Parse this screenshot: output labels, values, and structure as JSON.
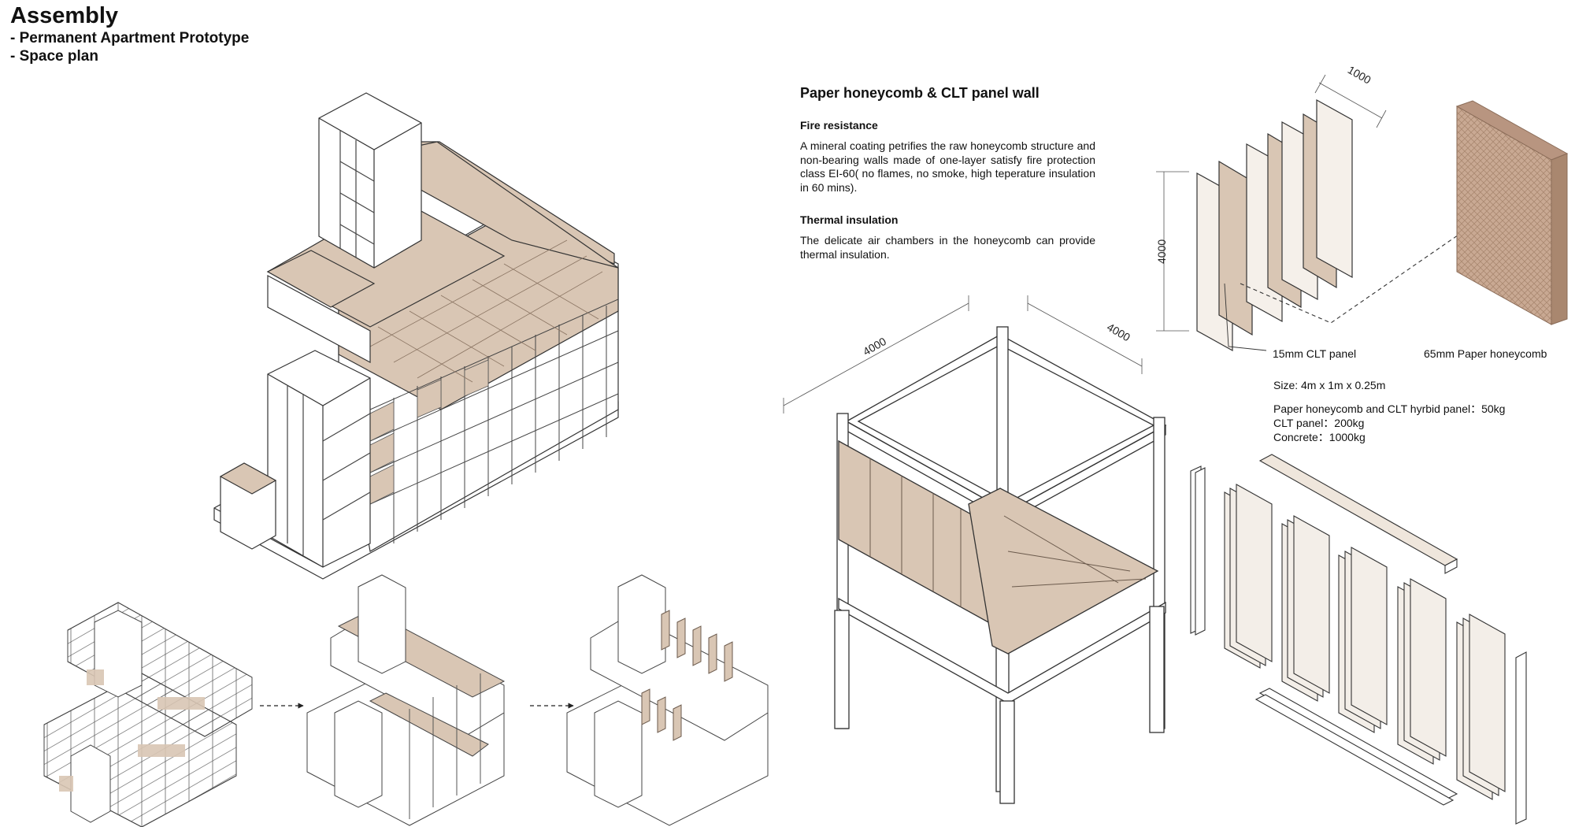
{
  "header": {
    "title": "Assembly",
    "lines": [
      "- Permanent Apartment Prototype",
      "- Space plan"
    ]
  },
  "panel_info": {
    "title": "Paper honeycomb & CLT panel wall",
    "sections": [
      {
        "heading": "Fire resistance",
        "body": "A mineral coating petrifies the raw honeycomb structure and non-bearing walls made of one-layer satisfy fire protection class EI-60( no flames, no smoke, high teperature insulation in 60 mins)."
      },
      {
        "heading": "Thermal insulation",
        "body": "The delicate air chambers in the honeycomb can provide thermal insulation."
      }
    ]
  },
  "dimensions": {
    "module_width": "4000",
    "module_depth": "4000",
    "panel_height": "4000",
    "panel_width": "1000"
  },
  "labels": {
    "clt": "15mm CLT panel",
    "honeycomb": "65mm Paper honeycomb"
  },
  "specs": {
    "size": "Size: 4m x 1m x 0.25m",
    "weights": [
      "Paper honeycomb and CLT hyrbid panel：50kg",
      "CLT panel：200kg",
      "Concrete：1000kg"
    ]
  },
  "colors": {
    "tan": "#d9c6b4",
    "line": "#333333",
    "honeycomb": "#c9a993"
  }
}
